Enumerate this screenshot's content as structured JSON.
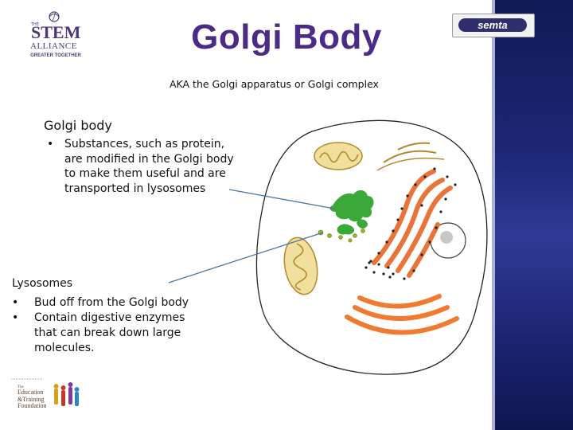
{
  "slide": {
    "title": "Golgi Body",
    "subtitle": "AKA the Golgi apparatus or Golgi complex"
  },
  "logos": {
    "stem": {
      "the": "THE",
      "stem": "STEM",
      "alliance": "ALLIANCE",
      "tagline": "GREATER TOGETHER"
    },
    "semta": "semta",
    "etf": {
      "the": "The",
      "line1": "Education",
      "line2": "&Training",
      "line3": "Foundation"
    }
  },
  "golgi_section": {
    "heading": "Golgi body",
    "bullets": [
      "Substances, such as protein, are modified in the Golgi body to make them useful and are transported in lysosomes"
    ]
  },
  "lysosome_section": {
    "heading": "Lysosomes",
    "bullets": [
      "Bud off from the Golgi body",
      "Contain digestive enzymes that can break down large molecules."
    ]
  },
  "diagram": {
    "colors": {
      "golgi": "#3aa93a",
      "mitochondria_fill": "#f1df9e",
      "mitochondria_stroke": "#b28a2a",
      "rough_er": "#e8743a",
      "smooth_er": "#ef7a30",
      "nucleus": "#c8c8c8",
      "lysosome_dots": "#8fb82c",
      "pointer_line": "#4a78a3"
    }
  }
}
